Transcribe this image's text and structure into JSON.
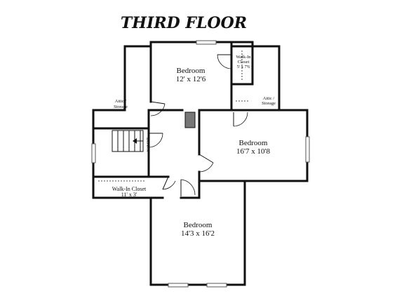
{
  "title": "THIRD FLOOR",
  "rooms": {
    "bedroom_top": {
      "name": "Bedroom",
      "dims": "12' x 12'6"
    },
    "bedroom_right": {
      "name": "Bedroom",
      "dims": "16'7 x 10'8"
    },
    "bedroom_bottom": {
      "name": "Bedroom",
      "dims": "14'3 x 16'2"
    },
    "walkin_small": {
      "line1": "Walk-In",
      "line2": "Closet",
      "line3": "5' x 7'6"
    },
    "walkin_lower": {
      "line1": "Walk-In Closet",
      "line2": "11' x 3'"
    },
    "attic_left": {
      "line1": "Attic /",
      "line2": "Storage"
    },
    "attic_right": {
      "line1": "Attic /",
      "line2": "Storage"
    },
    "stairs_label": "DOWN"
  }
}
